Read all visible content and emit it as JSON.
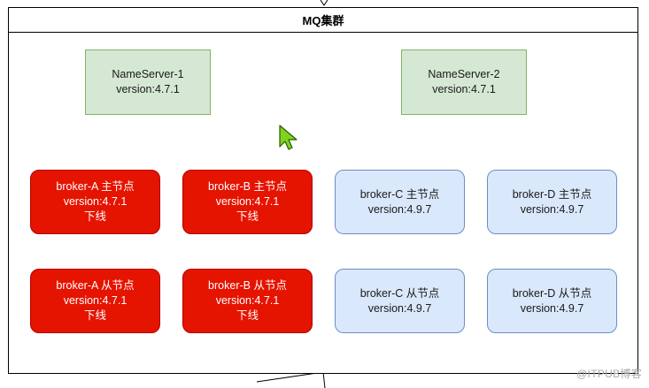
{
  "container": {
    "title": "MQ集群"
  },
  "nameservers": [
    {
      "id": "ns1",
      "name": "NameServer-1",
      "version": "version:4.7.1"
    },
    {
      "id": "ns2",
      "name": "NameServer-2",
      "version": "version:4.7.1"
    }
  ],
  "brokers": [
    {
      "id": "bam",
      "name": "broker-A 主节点",
      "version": "version:4.7.1",
      "status": "下线"
    },
    {
      "id": "bbm",
      "name": "broker-B 主节点",
      "version": "version:4.7.1",
      "status": "下线"
    },
    {
      "id": "bcm",
      "name": "broker-C 主节点",
      "version": "version:4.9.7",
      "status": ""
    },
    {
      "id": "bdm",
      "name": "broker-D 主节点",
      "version": "version:4.9.7",
      "status": ""
    },
    {
      "id": "bas",
      "name": "broker-A 从节点",
      "version": "version:4.7.1",
      "status": "下线"
    },
    {
      "id": "bbs",
      "name": "broker-B 从节点",
      "version": "version:4.7.1",
      "status": "下线"
    },
    {
      "id": "bcs",
      "name": "broker-C 从节点",
      "version": "version:4.9.7",
      "status": ""
    },
    {
      "id": "bds",
      "name": "broker-D 从节点",
      "version": "version:4.9.7",
      "status": ""
    }
  ],
  "colors": {
    "offline_fill": "#e51400",
    "online_fill": "#dae8fc",
    "nameserver_fill": "#d5e8d4"
  },
  "watermark": "@ITPUB博客"
}
